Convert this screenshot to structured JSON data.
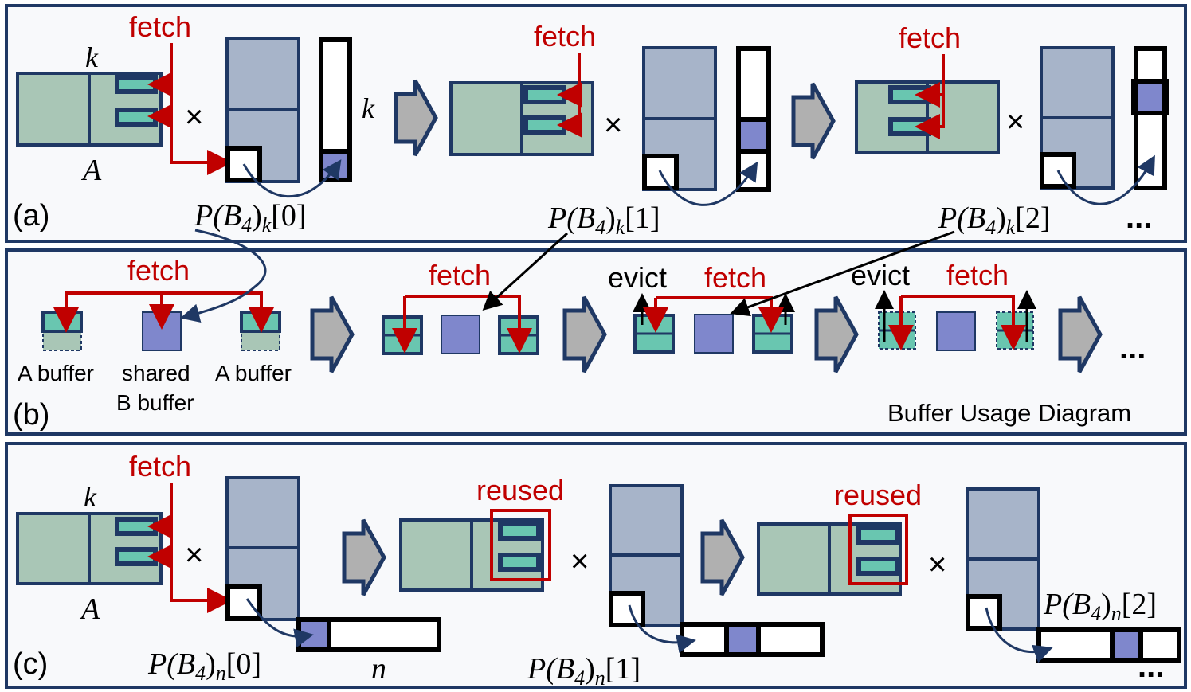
{
  "colors": {
    "panel_border": "#1f3864",
    "panel_bg": "#f8f9fb",
    "matrix_a": "#a9c6b6",
    "matrix_b": "#a7b4c9",
    "tile": "#69c6b0",
    "p_fill": "#7f87cc",
    "fetch": "#c00000",
    "arrow_gray": "#b0b0b0"
  },
  "labels": {
    "fetch": "fetch",
    "evict": "evict",
    "reused": "reused",
    "times": "×",
    "ellipsis": "...",
    "k": "k",
    "n": "n",
    "A": "A"
  },
  "panel_a": {
    "tag": "(a)",
    "p_labels": [
      {
        "base": "P(B",
        "sub1": "4",
        "mid": ")",
        "sub2": "k",
        "idx": "[0]"
      },
      {
        "base": "P(B",
        "sub1": "4",
        "mid": ")",
        "sub2": "k",
        "idx": "[1]"
      },
      {
        "base": "P(B",
        "sub1": "4",
        "mid": ")",
        "sub2": "k",
        "idx": "[2]"
      }
    ]
  },
  "panel_b": {
    "tag": "(b)",
    "title": "Buffer Usage Diagram",
    "buffer_a_left": "A buffer",
    "buffer_b_line1": "shared",
    "buffer_b_line2": "B buffer",
    "buffer_a_right": "A buffer"
  },
  "panel_c": {
    "tag": "(c)",
    "p_labels": [
      {
        "base": "P(B",
        "sub1": "4",
        "mid": ")",
        "sub2": "n",
        "idx": "[0]"
      },
      {
        "base": "P(B",
        "sub1": "4",
        "mid": ")",
        "sub2": "n",
        "idx": "[1]"
      },
      {
        "base": "P(B",
        "sub1": "4",
        "mid": ")",
        "sub2": "n",
        "idx": "[2]"
      }
    ]
  }
}
